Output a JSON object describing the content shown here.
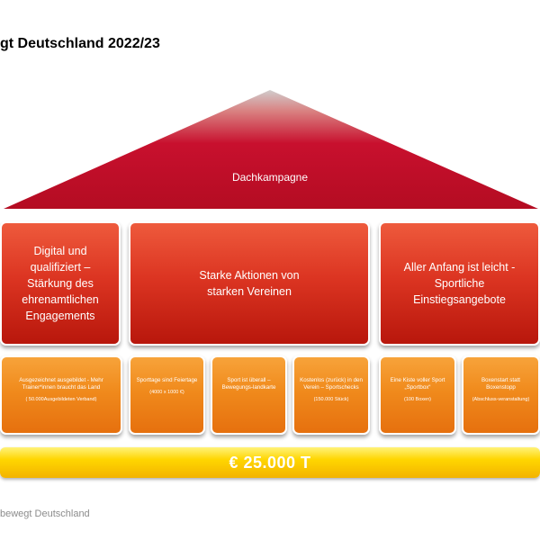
{
  "header": {
    "title": "gt Deutschland  2022/23"
  },
  "roof": {
    "label": "Dachkampagne",
    "colors": {
      "top": "#c0c0c0",
      "base": "#c8102e"
    }
  },
  "pillars": [
    {
      "text": "Digital und qualifiziert – Stärkung des ehrenamtlichen Engagements"
    },
    {
      "text": "Starke Aktionen von starken Vereinen"
    },
    {
      "text": "Aller Anfang ist leicht - Sportliche Einstiegsangebote"
    }
  ],
  "measures": [
    {
      "text": "Ausgezeichnet ausgebildet - Mehr Trainer*innen braucht das Land",
      "detail": "( 50.000Ausgebildeten Verband)"
    },
    {
      "text": "Sporttage sind Feiertage",
      "detail": "(4000 x 1000 €)"
    },
    {
      "text": "Sport ist überall – Bewegungs-landkarte",
      "detail": ""
    },
    {
      "text": "Kostenlos (zurück) in den Verein – Sportschecks",
      "detail": "(150.000 Stück)"
    },
    {
      "text": "Eine Kiste voller Sport „Sportbox“",
      "detail": "(100 Boxen)"
    },
    {
      "text": "Boxenstart statt Boxenstopp",
      "detail": "(Abschluss-veranstaltung)"
    }
  ],
  "budget": {
    "text": "€ 25.000 T"
  },
  "footer": {
    "text": "bewegt Deutschland"
  },
  "colors": {
    "pillar_red": "#dc3522",
    "measure_orange": "#f08a1c",
    "budget_yellow": "#ffd600"
  }
}
